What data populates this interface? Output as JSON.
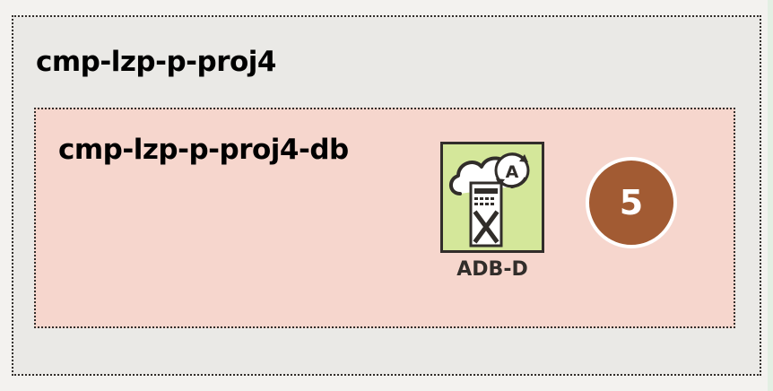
{
  "outer_compartment": {
    "title": "cmp-lzp-p-proj4"
  },
  "inner_compartment": {
    "title": "cmp-lzp-p-proj4-db",
    "service": {
      "label": "ADB-D",
      "icon": "autonomous-database-dedicated-icon"
    },
    "badge": {
      "number": "5"
    }
  },
  "colors": {
    "outer_fill": "#eae9e6",
    "inner_fill": "#f6d6cd",
    "icon_fill": "#d4e79a",
    "badge_fill": "#a25b33",
    "border": "#312d2a"
  }
}
